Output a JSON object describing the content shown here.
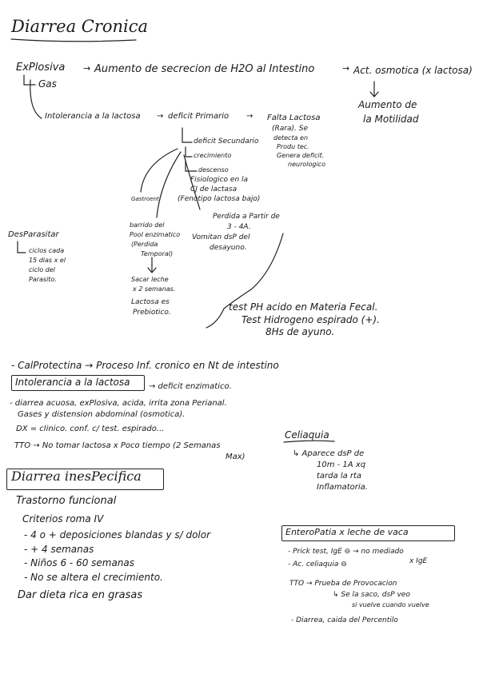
{
  "title": "Diarrea Cronica",
  "explosiva": {
    "label": "ExPlosiva",
    "aumento": "Aumento de secrecion de H2O al Intestino",
    "act_osmotica": "Act. osmotica (x lactosa)",
    "aumento_motilidad_1": "Aumento de",
    "aumento_motilidad_2": "la Motilidad",
    "gas": "Gas"
  },
  "intolerancia": {
    "label": "Intolerancia a la lactosa",
    "deficit_primario": "deficit Primario",
    "falta_lactosa": "Falta Lactosa",
    "rara": "(Rara). Se",
    "detecta_en": "detecta en",
    "produ_tec": "Produ tec.",
    "genera_deficit": "Genera deficit.",
    "neurologico": "neurologico",
    "deficit_secundario": "deficit Secundario",
    "crecimiento": "crecimiento",
    "descenso": "descenso",
    "fisiologico_1": "Fisiologico en la",
    "fisiologico_2": "CJ de lactasa",
    "fenotipo": "(Fenotipo lactosa bajo)",
    "gastroent": "Gastroent.",
    "barrido_1": "barrido del",
    "barrido_2": "Pool enzimatico",
    "barrido_3": "(Perdida",
    "barrido_4": "Temporal)",
    "perdida_1": "Perdida a Partir de",
    "perdida_2": "3 - 4A.",
    "perdida_3": "Vomitan dsP del",
    "perdida_4": "desayuno.",
    "sacar_1": "Sacar leche",
    "sacar_2": "x 2 semanas.",
    "lactosa_1": "Lactosa es",
    "lactosa_2": "Prebiotico.",
    "test_1": "test PH acido en Materia Fecal.",
    "test_2": "Test Hidrogeno espirado (+).",
    "test_3": "8Hs de ayuno."
  },
  "desparasitar": {
    "label": "DesParasitar",
    "l1": "ciclos cada",
    "l2": "15 dias x el",
    "l3": "ciclo del",
    "l4": "Parasito."
  },
  "calprotectina": "- CalProtectina → Proceso Inf. cronico en Nt de intestino",
  "intol_box": {
    "label": "Intolerancia a la lactosa",
    "deficit": "→ deficit enzimatico.",
    "l1": "- diarrea acuosa, exPlosiva, acida, irrita zona Perianal.",
    "l2": "Gases y distension abdominal (osmotica).",
    "dx": "DX = clinico. conf. c/ test. espirado...",
    "tto_1": "TTO → No tomar lactosa x Poco tiempo (2 Semanas",
    "tto_2": "Max)"
  },
  "celiaquia": {
    "label": "Celiaquia",
    "l1": "↳ Aparece dsP de",
    "l2": "10m - 1A xq",
    "l3": "tarda la rta",
    "l4": "Inflamatoria."
  },
  "diarrea_inespecifica": {
    "label": "Diarrea inesPecifica",
    "trastorno": "Trastorno funcional",
    "criterios": "Criterios roma IV",
    "c1": "- 4 o + deposiciones blandas y s/ dolor",
    "c2": "- + 4 semanas",
    "c3": "- Niños 6 - 60 semanas",
    "c4": "- No se altera el crecimiento.",
    "dar": "Dar dieta rica en grasas"
  },
  "enteropatia": {
    "label": "EnteroPatia x leche de vaca",
    "l1": "- Prick test, IgE ⊖ → no mediado",
    "l1b": "x IgE",
    "l2": "- Ac. celiaquia ⊖",
    "tto": "TTO → Prueba de Provocacion",
    "tto_2": "↳ Se la saco, dsP veo",
    "tto_3": "si vuelve cuando vuelve",
    "l3": "- Diarrea, caida del Percentilo"
  }
}
